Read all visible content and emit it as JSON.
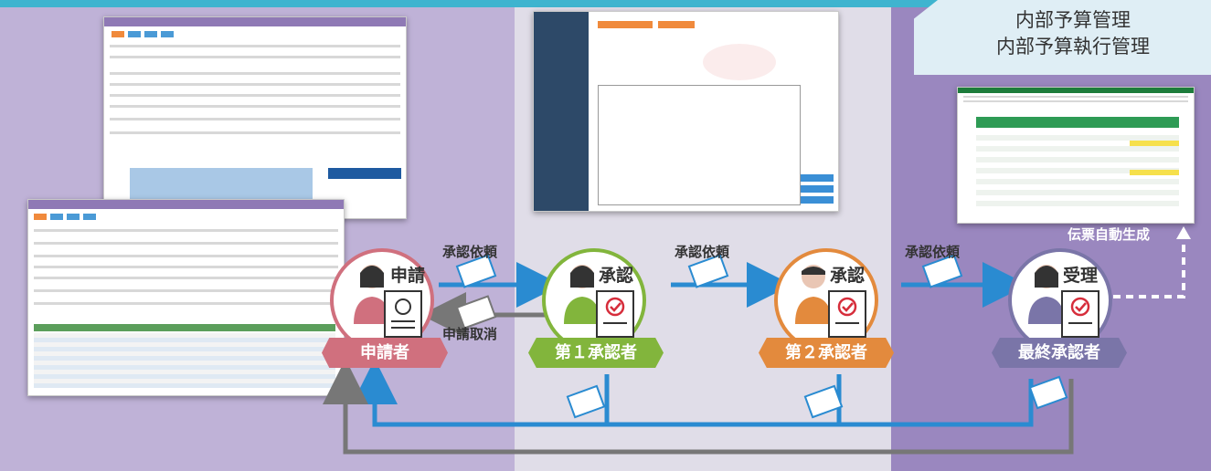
{
  "top_right_title": {
    "line1": "内部予算管理",
    "line2": "内部予算執行管理"
  },
  "auto_generate_label": "伝票自動生成",
  "actors": [
    {
      "role": "申請者",
      "stamp": "申請",
      "color": "#d0707e"
    },
    {
      "role": "第１承認者",
      "stamp": "承認",
      "color": "#82b53c"
    },
    {
      "role": "第２承認者",
      "stamp": "承認",
      "color": "#e38a3d"
    },
    {
      "role": "最終承認者",
      "stamp": "受理",
      "color": "#7a75a8"
    }
  ],
  "arrows": {
    "request": "承認依頼",
    "cancel": "申請取消"
  },
  "colors": {
    "flow_blue": "#2a8bd1",
    "return_gray": "#777777",
    "panel_left": "#bfb2d7",
    "panel_middle": "#e0dde8",
    "panel_right": "#9a87bf"
  }
}
